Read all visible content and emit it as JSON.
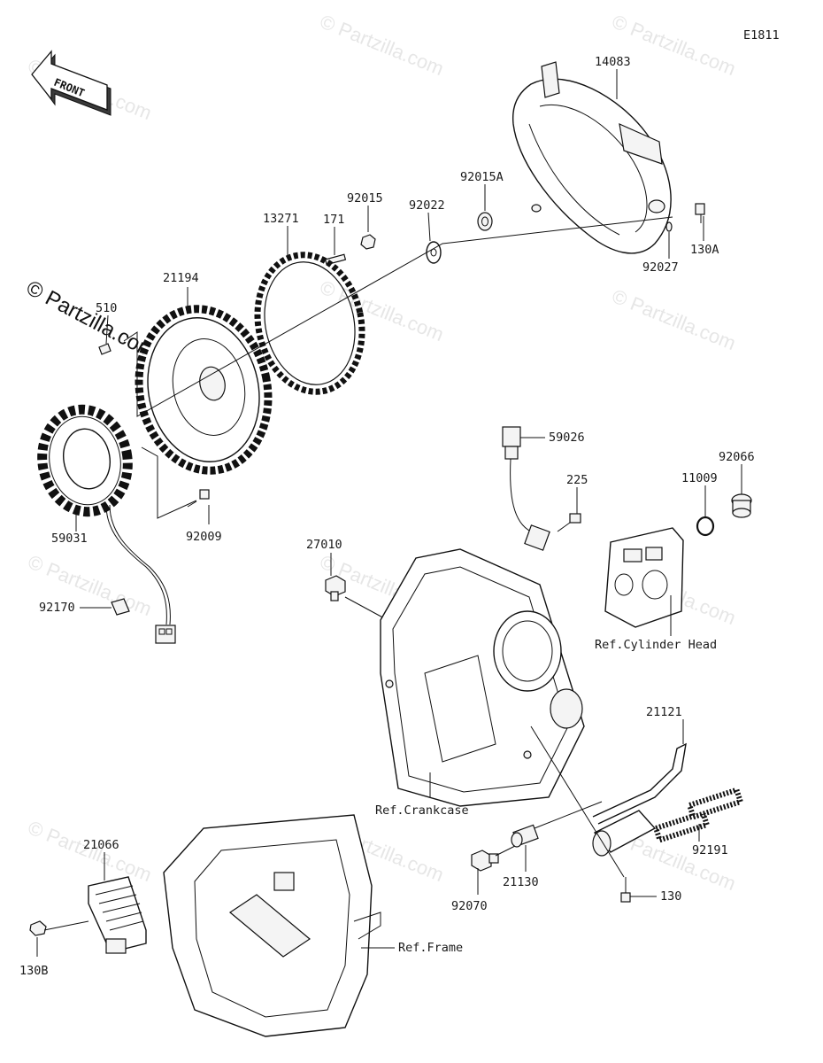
{
  "diagram_code": "E1811",
  "front_label": "FRONT",
  "watermark_text": "© Partzilla.com",
  "side_brand": "© Partzilla.com",
  "parts": {
    "p14083": "14083",
    "p92015A": "92015A",
    "p92022": "92022",
    "p92015": "92015",
    "p171": "171",
    "p13271": "13271",
    "p21194": "21194",
    "p510": "510",
    "p130A": "130A",
    "p92027": "92027",
    "p59031": "59031",
    "p92009": "92009",
    "p92170": "92170",
    "p59026": "59026",
    "p225": "225",
    "p92066": "92066",
    "p11009": "11009",
    "p27010": "27010",
    "p21121": "21121",
    "p92191": "92191",
    "p21130": "21130",
    "p92070": "92070",
    "p130": "130",
    "p21066": "21066",
    "p130B": "130B"
  },
  "refs": {
    "cylinder_head": "Ref.Cylinder Head",
    "crankcase": "Ref.Crankcase",
    "frame": "Ref.Frame"
  }
}
